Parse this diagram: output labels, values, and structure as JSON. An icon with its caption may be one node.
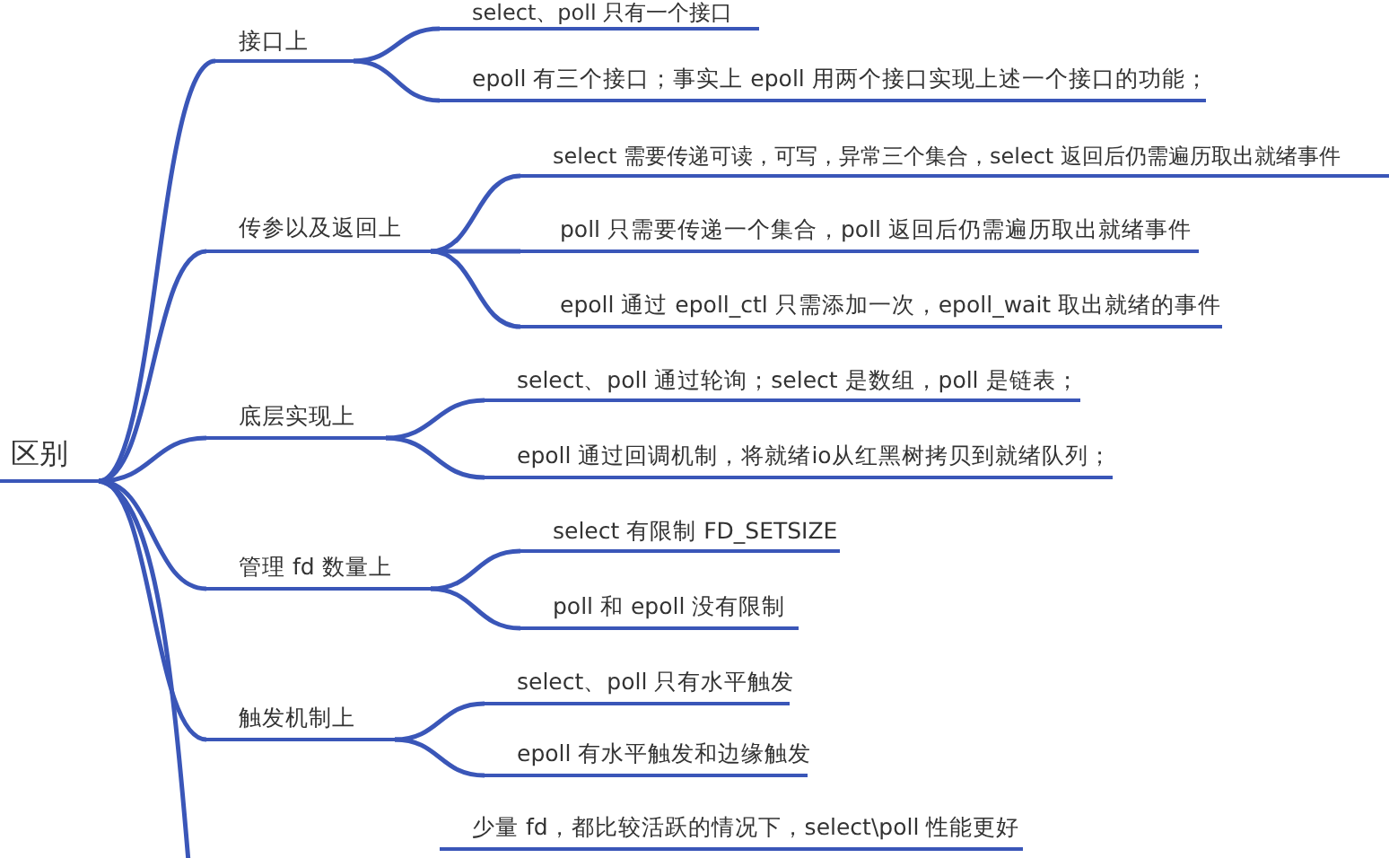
{
  "diagram": {
    "nodes": [
      {
        "text": [
          "区别"
        ]
      },
      {
        "text": [
          "接口上"
        ]
      },
      {
        "text": [
          "select、poll 只有一个接口"
        ]
      },
      {
        "text": [
          "epoll 有三个接口；事实上 epoll 用两个接口实现上述一个接口的功能；"
        ]
      },
      {
        "text": [
          "传参以及返回上"
        ]
      },
      {
        "text": [
          "select 需要传递可读，可写，异常三个集合，select 返回后仍需遍历取出就绪事件"
        ]
      },
      {
        "text": [
          "poll 只需要传递一个集合，poll 返回后仍需遍历取出就绪事件"
        ]
      },
      {
        "text": [
          "epoll 通过 epoll_ctl 只需添加一次，epoll_wait 取出就绪的事件"
        ]
      },
      {
        "text": [
          "底层实现上"
        ]
      },
      {
        "text": [
          "select、poll 通过轮询；select 是数组，poll 是链表；"
        ]
      },
      {
        "text": [
          "epoll 通过回调机制，将就绪io从红黑树拷贝到就绪队列；"
        ]
      },
      {
        "text": [
          "管理 fd 数量上"
        ]
      },
      {
        "text": [
          "select 有限制 FD_SETSIZE"
        ]
      },
      {
        "text": [
          "poll 和 epoll 没有限制"
        ]
      },
      {
        "text": [
          "触发机制上"
        ]
      },
      {
        "text": [
          "select、poll 只有水平触发"
        ]
      },
      {
        "text": [
          "epoll 有水平触发和边缘触发"
        ]
      },
      {
        "text": [
          "少量 fd，都比较活跃的情况下，select\\poll 性能更好"
        ]
      }
    ],
    "edges": [
      {
        "from": 0,
        "to": 1,
        "arrow": "none"
      },
      {
        "from": 1,
        "to": 2,
        "arrow": "none"
      },
      {
        "from": 1,
        "to": 3,
        "arrow": "none"
      },
      {
        "from": 0,
        "to": 4,
        "arrow": "none"
      },
      {
        "from": 4,
        "to": 5,
        "arrow": "none"
      },
      {
        "from": 4,
        "to": 6,
        "arrow": "none"
      },
      {
        "from": 4,
        "to": 7,
        "arrow": "none"
      },
      {
        "from": 0,
        "to": 8,
        "arrow": "none"
      },
      {
        "from": 8,
        "to": 9,
        "arrow": "none"
      },
      {
        "from": 8,
        "to": 10,
        "arrow": "none"
      },
      {
        "from": 0,
        "to": 11,
        "arrow": "none"
      },
      {
        "from": 11,
        "to": 12,
        "arrow": "none"
      },
      {
        "from": 11,
        "to": 13,
        "arrow": "none"
      },
      {
        "from": 0,
        "to": 14,
        "arrow": "none"
      },
      {
        "from": 14,
        "to": 15,
        "arrow": "none"
      },
      {
        "from": 14,
        "to": 16,
        "arrow": "none"
      },
      {
        "from": 0,
        "to": null,
        "arrow": "none"
      }
    ]
  }
}
